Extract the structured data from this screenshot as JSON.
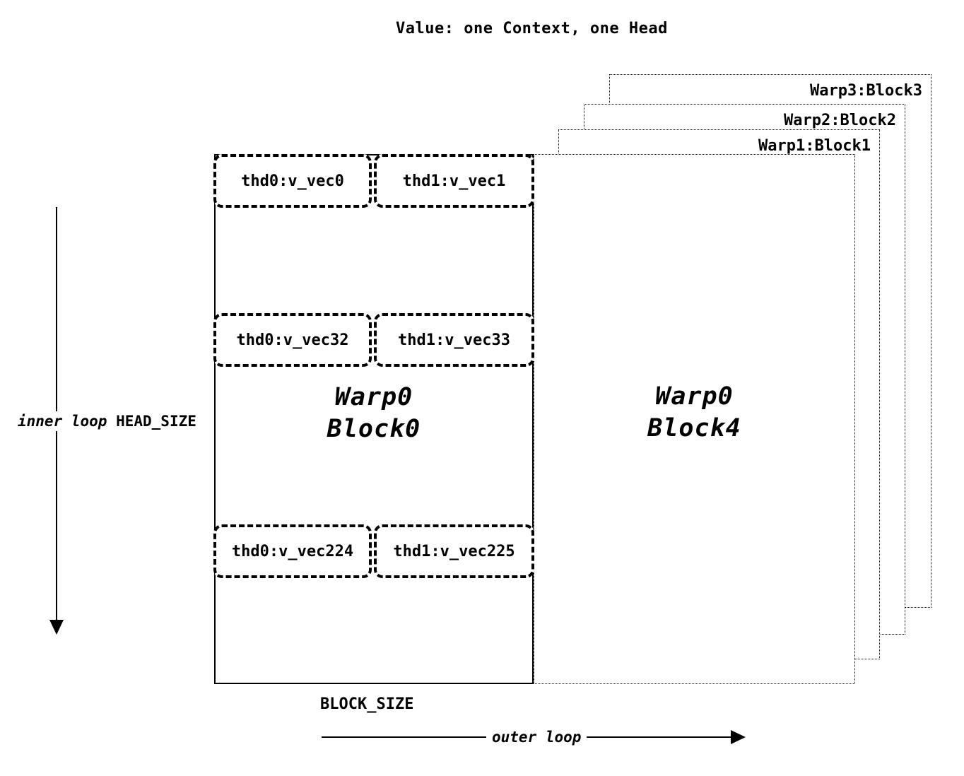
{
  "title": "Value: one Context, one Head",
  "blocks": {
    "block0": {
      "line1": "Warp0",
      "line2": "Block0",
      "rows": [
        {
          "cell0": "thd0:v_vec0",
          "cell1": "thd1:v_vec1"
        },
        {
          "cell0": "thd0:v_vec32",
          "cell1": "thd1:v_vec33"
        },
        {
          "cell0": "thd0:v_vec224",
          "cell1": "thd1:v_vec225"
        }
      ]
    },
    "block4": {
      "line1": "Warp0",
      "line2": "Block4"
    },
    "stacked": [
      "Warp1:Block1",
      "Warp2:Block2",
      "Warp3:Block3"
    ]
  },
  "labels": {
    "inner_loop": "inner loop",
    "head_size": "HEAD_SIZE",
    "block_size": "BLOCK_SIZE",
    "outer_loop": "outer loop"
  }
}
